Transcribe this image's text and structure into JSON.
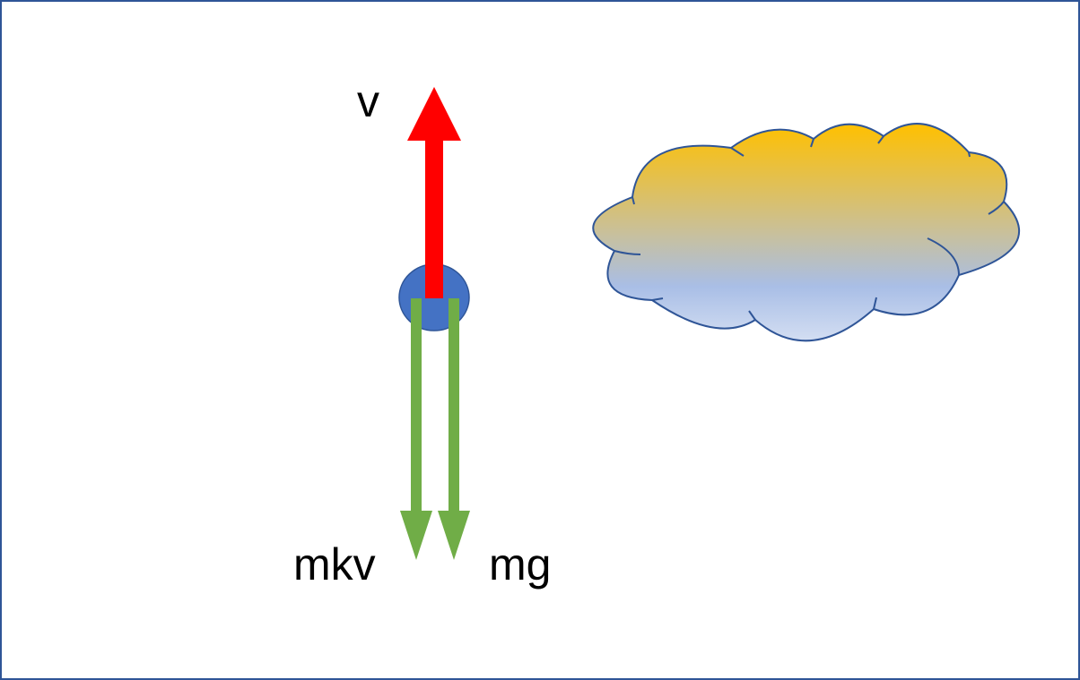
{
  "labels": {
    "velocity": "v",
    "drag_force": "mkv",
    "gravity_force": "mg"
  },
  "colors": {
    "velocity_arrow": "#FF0000",
    "force_arrows": "#70AD47",
    "ball": "#4472C4",
    "cloud_top": "#FFC000",
    "cloud_bottom": "#A9BEE6",
    "outline": "#2F5597"
  },
  "icons": {
    "ball": "circle",
    "cloud": "cloud-shape"
  }
}
